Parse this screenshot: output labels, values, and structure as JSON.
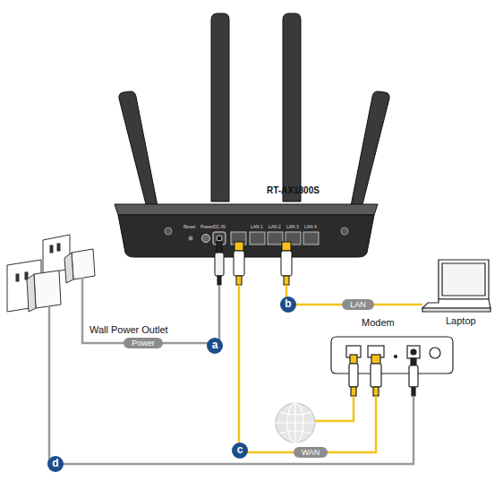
{
  "diagram": {
    "nodes": [
      {
        "text": [
          "RT-AX1800S"
        ]
      },
      {
        "text": [
          "Laptop"
        ]
      },
      {
        "text": [
          "Modem"
        ]
      },
      {
        "text": [
          "Wall Power Outlet"
        ]
      }
    ],
    "edges": [
      {
        "from": 0,
        "to": 1,
        "arrow": "none",
        "label": "LAN"
      },
      {
        "from": 0,
        "to": 2,
        "arrow": "none",
        "label": "WAN"
      },
      {
        "from": 3,
        "to": 0,
        "arrow": "none",
        "label": "Power"
      },
      {
        "from": 3,
        "to": 2,
        "arrow": "none"
      }
    ],
    "labels": [
      "a",
      "b",
      "c",
      "d",
      "Reset",
      "Power",
      "DC-IN",
      "LAN 1",
      "LAN 2",
      "LAN 3",
      "LAN 4"
    ]
  }
}
